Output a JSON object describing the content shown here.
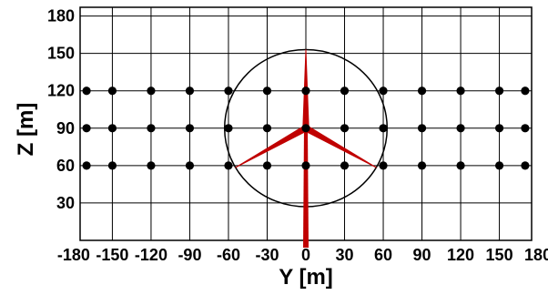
{
  "chart_data": {
    "type": "scatter",
    "xlabel": "Y [m]",
    "ylabel": "Z [m]",
    "xlim": [
      -175,
      175
    ],
    "ylim": [
      0,
      187
    ],
    "grid": true,
    "x_ticks": [
      -180,
      -150,
      -120,
      -90,
      -60,
      -30,
      0,
      30,
      60,
      90,
      120,
      150,
      180
    ],
    "y_ticks": [
      30,
      60,
      90,
      120,
      150,
      180
    ],
    "x_tick_labels": [
      "-180",
      "-150",
      "-120",
      "-90",
      "-60",
      "-30",
      "0",
      "30",
      "60",
      "90",
      "120",
      "150",
      "180"
    ],
    "y_tick_labels": [
      "30",
      "60",
      "90",
      "120",
      "150",
      "180"
    ],
    "points": {
      "y": [
        -170,
        -150,
        -120,
        -90,
        -60,
        -30,
        0,
        30,
        60,
        90,
        120,
        150,
        170
      ],
      "z": [
        60,
        90,
        120
      ]
    },
    "rotor": {
      "center_y": 0,
      "center_z": 90,
      "radius": 63
    },
    "blades": [
      {
        "tip_y": 0,
        "tip_z": 153
      },
      {
        "tip_y": -54.5,
        "tip_z": 58.5
      },
      {
        "tip_y": 54.5,
        "tip_z": 58.5
      }
    ],
    "tower": {
      "y": 0,
      "z_bottom": 0,
      "z_top": 90
    },
    "colors": {
      "turbine": "#c00000",
      "points": "#000000",
      "grid": "#000000"
    }
  }
}
